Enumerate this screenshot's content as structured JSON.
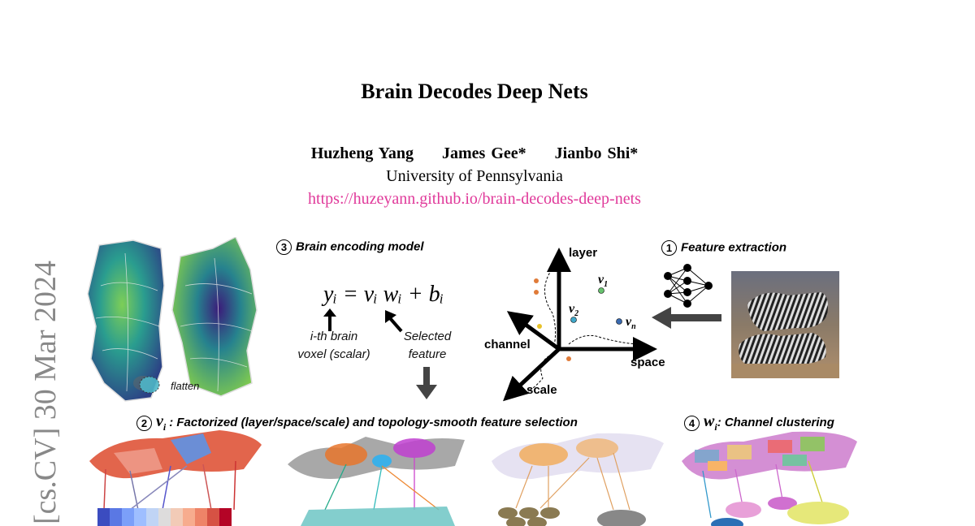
{
  "arxiv_stamp": "[cs.CV]  30 Mar 2024",
  "paper": {
    "title": "Brain Decodes Deep Nets",
    "authors": [
      "Huzheng Yang",
      "James Gee*",
      "Jianbo Shi*"
    ],
    "affiliation": "University of Pennsylvania",
    "url": "https://huzeyann.github.io/brain-decodes-deep-nets"
  },
  "figure": {
    "step3": {
      "num": "3",
      "label": "Brain encoding model"
    },
    "step1": {
      "num": "1",
      "label": "Feature extraction"
    },
    "step2": {
      "num": "2",
      "label": ": Factorized (layer/space/scale) and topology-smooth feature selection"
    },
    "step4": {
      "num": "4",
      "label": ": Channel clustering"
    },
    "flatten": "flatten",
    "equation": "yᵢ = vᵢ wᵢ + bᵢ",
    "voxel_label_1": "i-th brain",
    "voxel_label_2": "voxel (scalar)",
    "feature_label_1": "Selected",
    "feature_label_2": "feature",
    "axes": {
      "layer": "layer",
      "space": "space",
      "channel": "channel",
      "scale": "scale"
    },
    "v1": "v",
    "v1_sub": "1",
    "v2": "v",
    "v2_sub": "2",
    "vn": "v",
    "vn_sub": "n"
  },
  "colors": {
    "url": "#e0399a",
    "arxiv": "#888888"
  }
}
